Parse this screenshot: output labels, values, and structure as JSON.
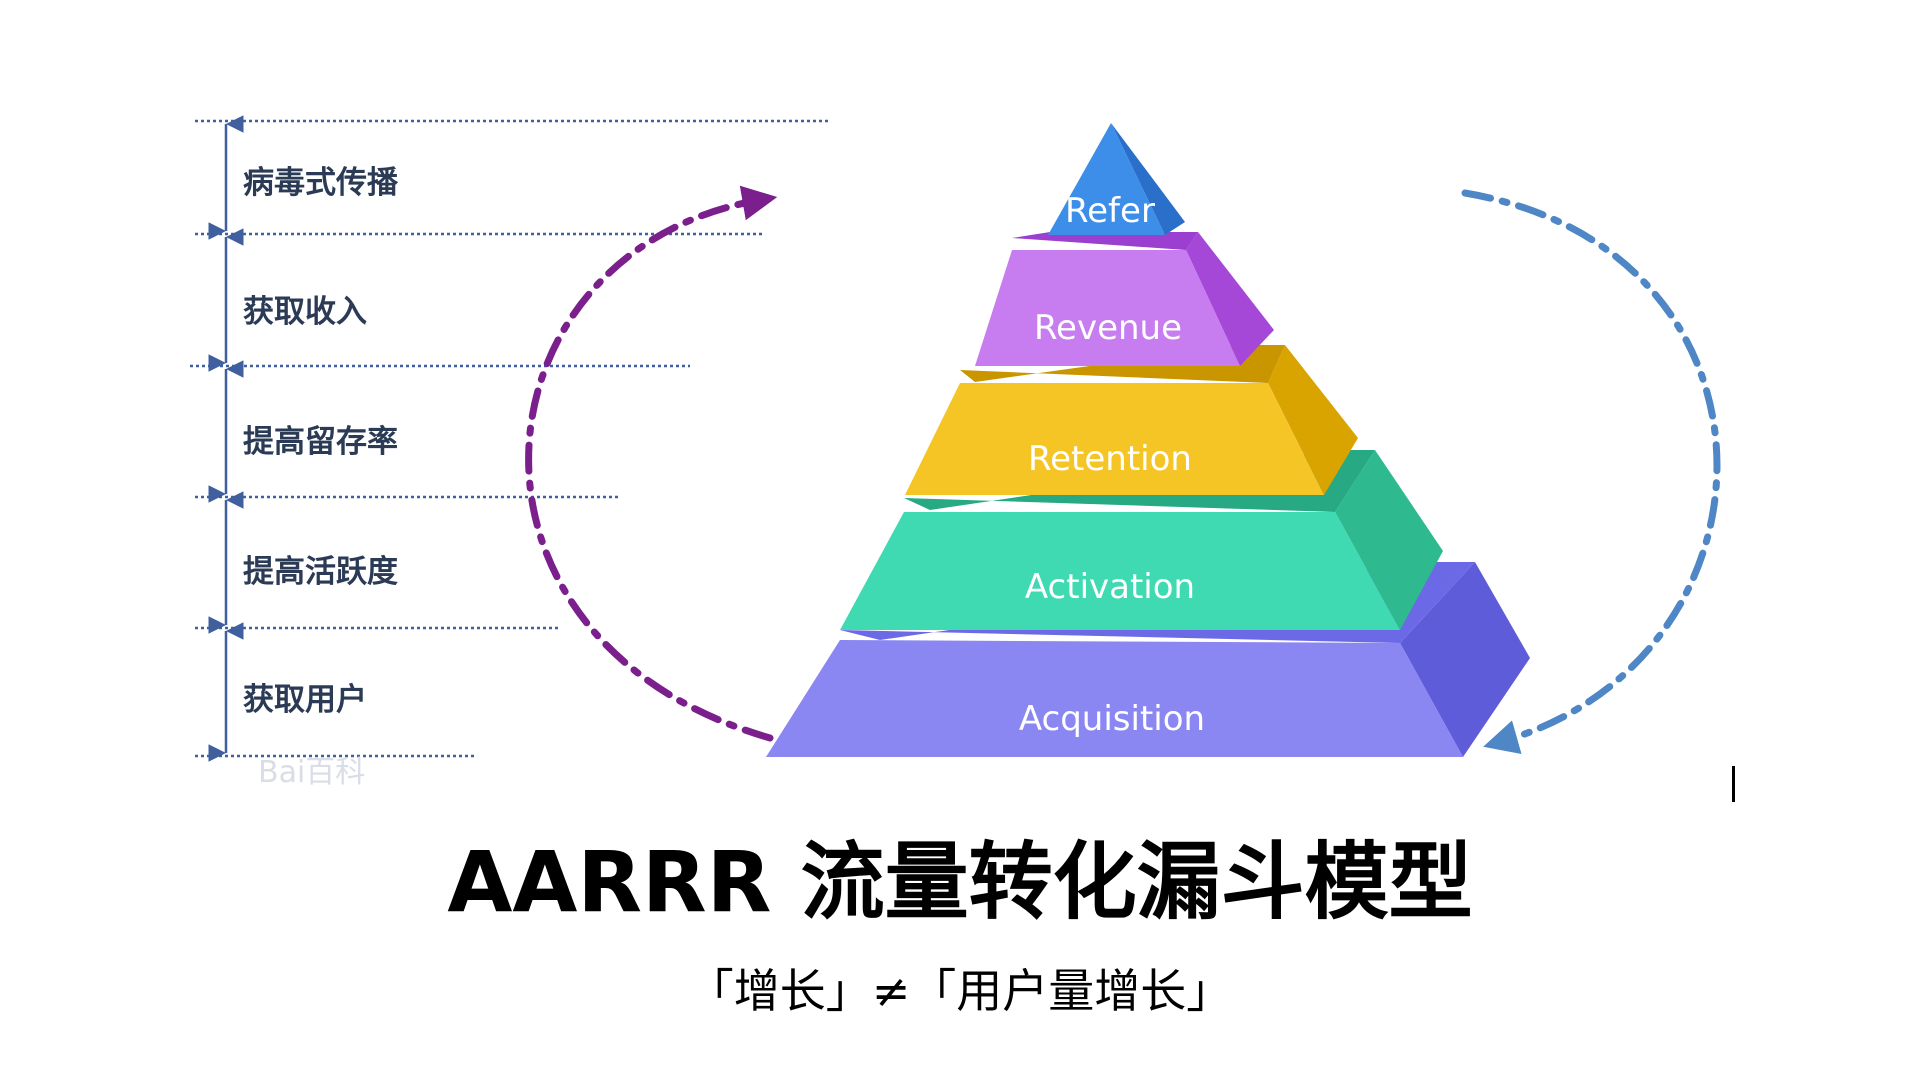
{
  "funnel": {
    "stages": [
      "病毒式传播",
      "获取收入",
      "提高留存率",
      "提高活跃度",
      "获取用户"
    ],
    "tiers": [
      {
        "label": "Refer",
        "color": "#3d8ee8"
      },
      {
        "label": "Revenue",
        "color": "#c77cf0"
      },
      {
        "label": "Retention",
        "color": "#f5c526"
      },
      {
        "label": "Activation",
        "color": "#3fd9b2"
      },
      {
        "label": "Acquisition",
        "color": "#8a86f2"
      }
    ]
  },
  "watermark": "Bai百科",
  "title": "AARRR 流量转化漏斗模型",
  "subtitle": "「增长」≠「用户量增长」",
  "colors": {
    "stage_text": "#2b3a55",
    "guide_line": "#3f5f9e",
    "left_cycle_arrow": "#7a1f8c",
    "right_cycle_arrow": "#4f86c6"
  }
}
